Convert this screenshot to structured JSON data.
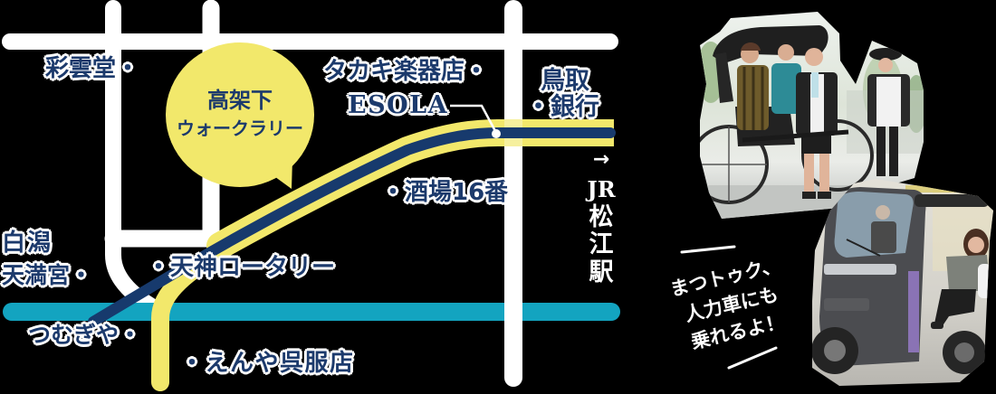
{
  "colors": {
    "bg": "#000000",
    "road": "#ffffff",
    "river": "#13a4c0",
    "route_yellow": "#f2e86b",
    "route_navy": "#173a6d",
    "label_navy": "#1c3a6c",
    "bubble": "#f2e86b",
    "label_outline": "#ffffff"
  },
  "map": {
    "bubble": {
      "line1": "高架下",
      "line2": "ウォークラリー"
    },
    "labels": {
      "saiundo": "彩雲堂・",
      "takaki": "タカキ楽器店・",
      "esola": "ESOLA",
      "tottori_bank_line1": "鳥取",
      "tottori_bank_line2": "・銀行",
      "sakaba": "・酒場16番",
      "shirakata_line1": "白潟",
      "shirakata_line2": "天満宮・",
      "tenjin_rotary": "・天神ロータリー",
      "tsumugiya": "つむぎや・",
      "enya": "・えんや呉服店"
    },
    "station": {
      "arrow": "→",
      "line": "JR",
      "name_chars": [
        "松",
        "江",
        "駅"
      ]
    }
  },
  "caption": {
    "lines": [
      "まつトゥク、",
      "人力車にも",
      "乗れるよ！"
    ]
  }
}
